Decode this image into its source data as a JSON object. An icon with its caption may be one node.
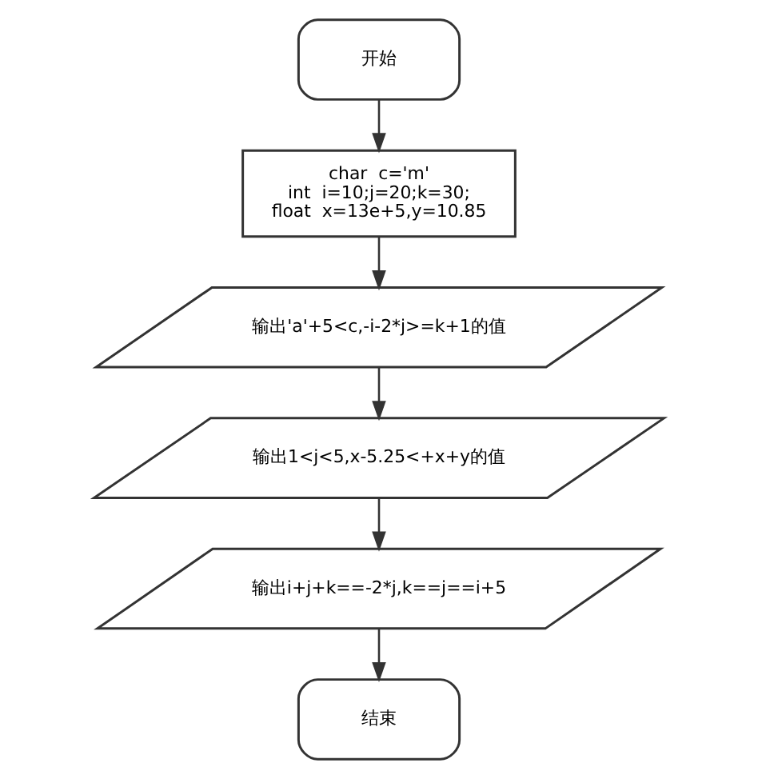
{
  "diagram": {
    "nodes": [
      {
        "text": [
          "开始"
        ]
      },
      {
        "text": [
          "char  c='m'",
          "int  i=10;j=20;k=30;",
          "float  x=13e+5,y=10.85"
        ]
      },
      {
        "text": [
          "输出'a'+5<c,-i-2*j>=k+1的值"
        ]
      },
      {
        "text": [
          "输出1<j<5,x-5.25<+x+y的值"
        ]
      },
      {
        "text": [
          "输出i+j+k==-2*j,k==j==i+5"
        ]
      },
      {
        "text": [
          "结束"
        ]
      }
    ],
    "edges": [
      {
        "from": 0,
        "to": 1,
        "arrow": "to"
      },
      {
        "from": 1,
        "to": 2,
        "arrow": "to"
      },
      {
        "from": 2,
        "to": 3,
        "arrow": "to"
      },
      {
        "from": 3,
        "to": 4,
        "arrow": "to"
      },
      {
        "from": 4,
        "to": 5,
        "arrow": "to"
      }
    ]
  }
}
